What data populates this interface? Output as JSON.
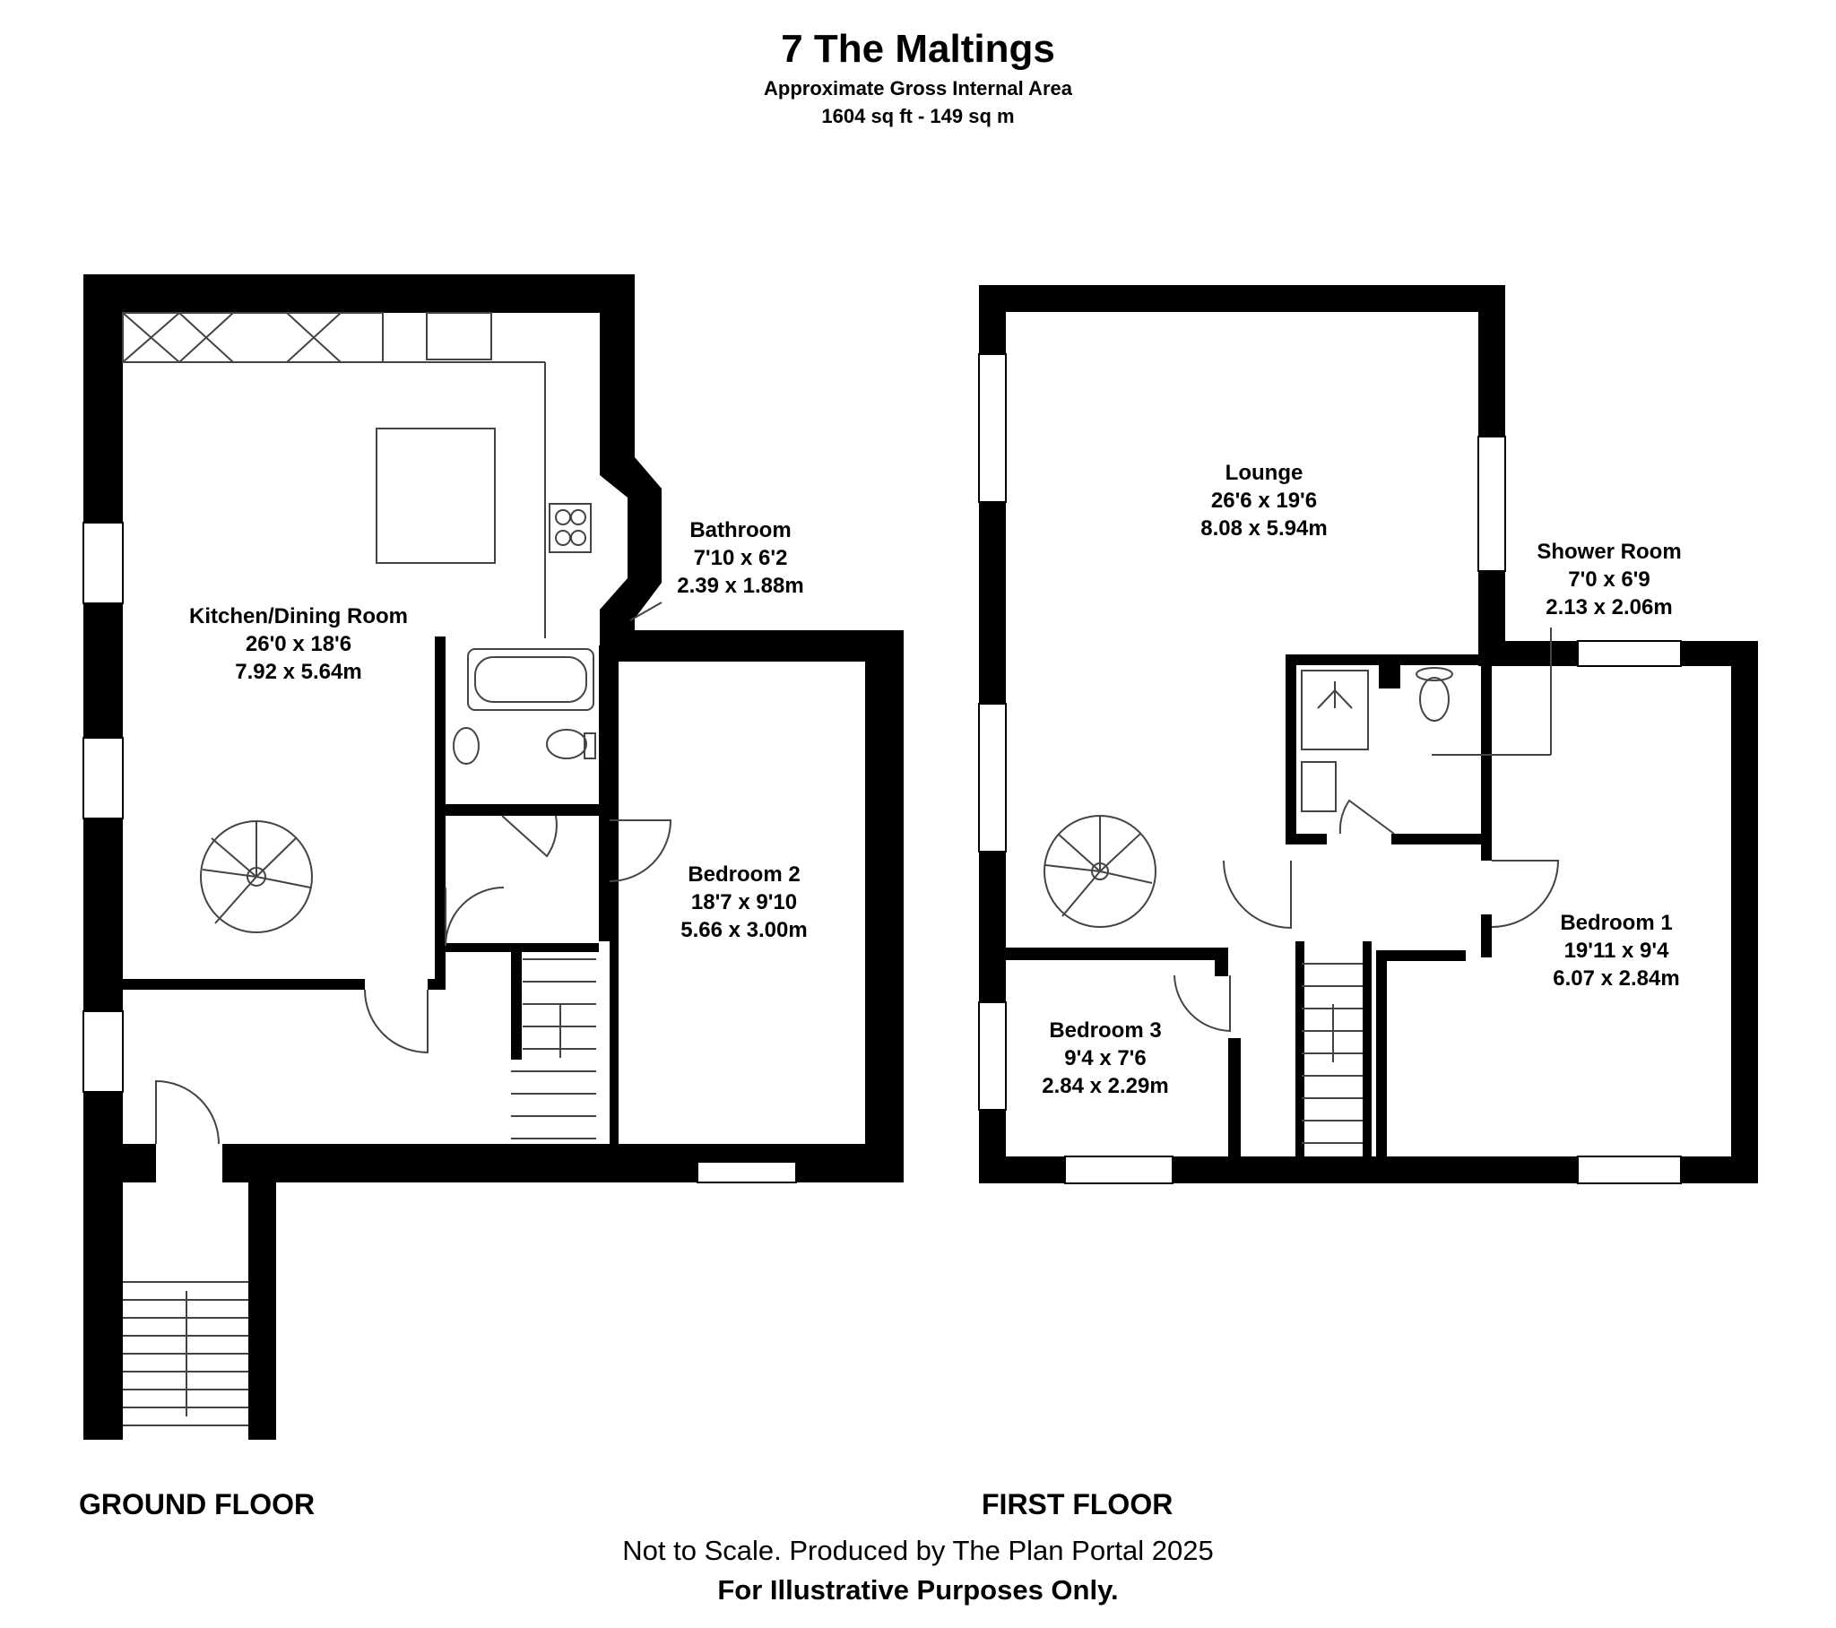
{
  "header": {
    "title": "7 The Maltings",
    "subtitle": "Approximate Gross Internal Area",
    "area": "1604 sq ft - 149 sq m"
  },
  "floors": {
    "ground": "GROUND FLOOR",
    "first": "FIRST FLOOR"
  },
  "rooms": {
    "kitchen": {
      "name": "Kitchen/Dining Room",
      "imperial": "26'0 x 18'6",
      "metric": "7.92 x 5.64m"
    },
    "bathroom": {
      "name": "Bathroom",
      "imperial": "7'10 x 6'2",
      "metric": "2.39 x 1.88m"
    },
    "bedroom2": {
      "name": "Bedroom 2",
      "imperial": "18'7 x 9'10",
      "metric": "5.66 x 3.00m"
    },
    "lounge": {
      "name": "Lounge",
      "imperial": "26'6 x 19'6",
      "metric": "8.08 x 5.94m"
    },
    "shower": {
      "name": "Shower Room",
      "imperial": "7'0 x 6'9",
      "metric": "2.13 x 2.06m"
    },
    "bedroom1": {
      "name": "Bedroom 1",
      "imperial": "19'11 x 9'4",
      "metric": "6.07 x 2.84m"
    },
    "bedroom3": {
      "name": "Bedroom 3",
      "imperial": "9'4 x 7'6",
      "metric": "2.84 x 2.29m"
    }
  },
  "footer": {
    "line1": "Not to Scale. Produced by The Plan Portal 2025",
    "line2": "For Illustrative Purposes Only."
  },
  "colors": {
    "wall": "#000000",
    "fixture": "#444444",
    "background": "#ffffff"
  }
}
